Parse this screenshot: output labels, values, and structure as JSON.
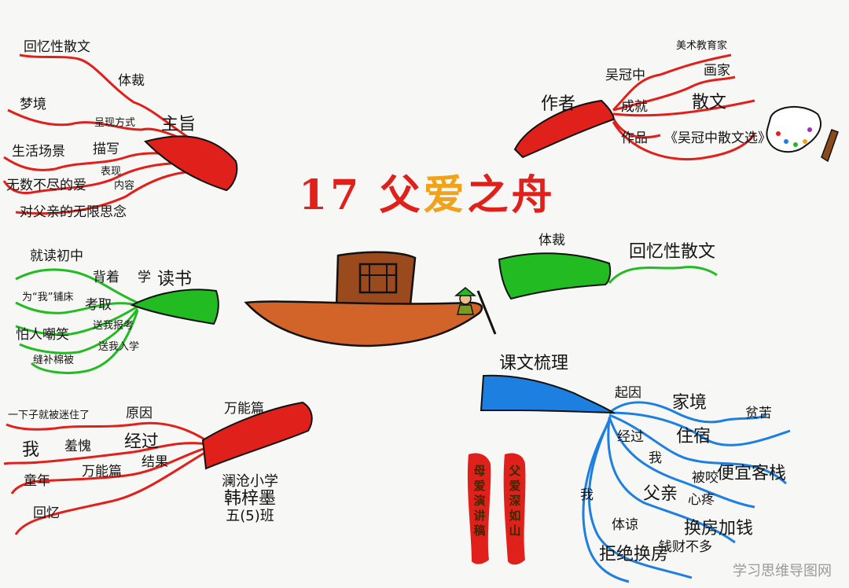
{
  "title": {
    "number": "17",
    "text": [
      "父",
      "爱",
      "之",
      "舟"
    ]
  },
  "branch_theme": {
    "label": "主旨",
    "items": [
      "回忆性散文",
      "体裁",
      "梦境",
      "呈现方式",
      "生活场景",
      "描写",
      "无数不尽的爱",
      "表现",
      "对父亲的无限思念",
      "内容"
    ]
  },
  "branch_author": {
    "label": "作者",
    "items": [
      "吴冠中",
      "美术教育家",
      "画家",
      "成就",
      "散文",
      "作品",
      "《吴冠中散文选》"
    ]
  },
  "branch_reading": {
    "label": "读书",
    "items": [
      "就读初中",
      "背着",
      "学",
      "为“我”铺床",
      "考取",
      "怕人嘲笑",
      "送我报考",
      "缝补棉被",
      "送我入学"
    ]
  },
  "branch_genre": {
    "label": "体裁",
    "value": "回忆性散文"
  },
  "branch_diary": {
    "label": "万能篇",
    "items": [
      "一下子就被迷住了",
      "原因",
      "我",
      "羞愧",
      "经过",
      "结果",
      "童年",
      "万能篇",
      "回忆"
    ]
  },
  "branch_review": {
    "label": "课文梳理",
    "items": [
      "起因",
      "家境",
      "贫苦",
      "经过",
      "住宿",
      "便宜客栈",
      "我",
      "被咬",
      "父亲",
      "心疼",
      "换房加钱",
      "我",
      "体谅",
      "拒绝换房",
      "钱财不多"
    ]
  },
  "vertical_labels": [
    "母爱演讲稿",
    "父爱深如山"
  ],
  "signature": [
    "澜沧小学",
    "韩梓墨",
    "五(5)班"
  ],
  "watermark": "学习思维导图网",
  "colors": {
    "red": "#e0201b",
    "green": "#22bb22",
    "blue": "#1d7fe0",
    "boat": "#d2642a",
    "cabin": "#9a4a1c"
  }
}
